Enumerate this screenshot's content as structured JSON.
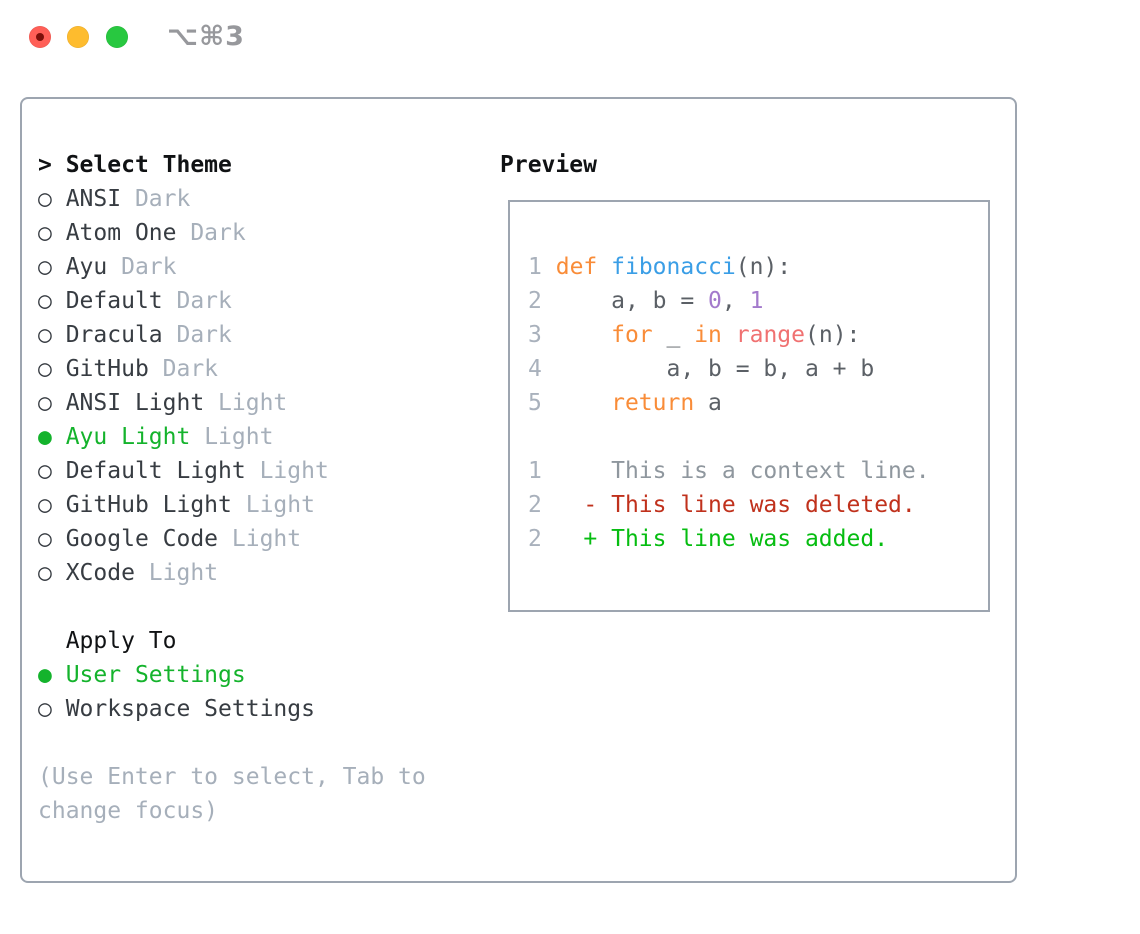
{
  "window": {
    "title": "⌥⌘3"
  },
  "colors": {
    "accent_green": "#14b32c",
    "keyword_orange": "#f98c38",
    "function_blue": "#3a9ee6",
    "number_purple": "#a37acc",
    "call_coral": "#f07171",
    "diff_deleted_red": "#c0311c",
    "diff_added_green": "#06bd11",
    "context_gray": "#8f979e",
    "line_number_gray": "#a9b1bc",
    "muted_gray": "#a6afba",
    "text_dark": "#373c42",
    "code_text": "#5b6066",
    "heading_black": "#101214",
    "border_gray": "#9da5b0",
    "traffic_red": "#ff5f57",
    "traffic_yellow": "#febc2e",
    "traffic_green": "#28c840"
  },
  "theme_panel": {
    "rows": [
      {
        "type": "header",
        "marker": ">",
        "text": "Select Theme"
      },
      {
        "type": "theme",
        "marker": "○",
        "name": "ANSI",
        "variant": "Dark",
        "selected": false
      },
      {
        "type": "theme",
        "marker": "○",
        "name": "Atom One",
        "variant": "Dark",
        "selected": false
      },
      {
        "type": "theme",
        "marker": "○",
        "name": "Ayu",
        "variant": "Dark",
        "selected": false
      },
      {
        "type": "theme",
        "marker": "○",
        "name": "Default",
        "variant": "Dark",
        "selected": false
      },
      {
        "type": "theme",
        "marker": "○",
        "name": "Dracula",
        "variant": "Dark",
        "selected": false
      },
      {
        "type": "theme",
        "marker": "○",
        "name": "GitHub",
        "variant": "Dark",
        "selected": false
      },
      {
        "type": "theme",
        "marker": "○",
        "name": "ANSI Light",
        "variant": "Light",
        "selected": false
      },
      {
        "type": "theme",
        "marker": "●",
        "name": "Ayu Light",
        "variant": "Light",
        "selected": true
      },
      {
        "type": "theme",
        "marker": "○",
        "name": "Default Light",
        "variant": "Light",
        "selected": false
      },
      {
        "type": "theme",
        "marker": "○",
        "name": "GitHub Light",
        "variant": "Light",
        "selected": false
      },
      {
        "type": "theme",
        "marker": "○",
        "name": "Google Code",
        "variant": "Light",
        "selected": false
      },
      {
        "type": "theme",
        "marker": "○",
        "name": "XCode",
        "variant": "Light",
        "selected": false
      },
      {
        "type": "blank"
      },
      {
        "type": "subheader",
        "text": "Apply To"
      },
      {
        "type": "radio",
        "marker": "●",
        "name": "User Settings",
        "selected": true
      },
      {
        "type": "radio",
        "marker": "○",
        "name": "Workspace Settings",
        "selected": false
      },
      {
        "type": "blank"
      },
      {
        "type": "hint",
        "text": "(Use Enter to select, Tab to"
      },
      {
        "type": "hint",
        "text": "change focus)"
      }
    ]
  },
  "preview": {
    "header": "Preview",
    "lines": [
      {
        "tokens": [
          {
            "t": "1",
            "c": "ln"
          },
          {
            "t": " ",
            "c": "fg"
          },
          {
            "t": "def",
            "c": "kw"
          },
          {
            "t": " ",
            "c": "fg"
          },
          {
            "t": "fibonacci",
            "c": "fn"
          },
          {
            "t": "(n):",
            "c": "fg"
          }
        ]
      },
      {
        "tokens": [
          {
            "t": "2",
            "c": "ln"
          },
          {
            "t": "     a, b = ",
            "c": "fg"
          },
          {
            "t": "0",
            "c": "num"
          },
          {
            "t": ", ",
            "c": "fg"
          },
          {
            "t": "1",
            "c": "num"
          }
        ]
      },
      {
        "tokens": [
          {
            "t": "3",
            "c": "ln"
          },
          {
            "t": "     ",
            "c": "fg"
          },
          {
            "t": "for",
            "c": "kw"
          },
          {
            "t": " _ ",
            "c": "fg"
          },
          {
            "t": "in",
            "c": "kw"
          },
          {
            "t": " ",
            "c": "fg"
          },
          {
            "t": "range",
            "c": "call"
          },
          {
            "t": "(n):",
            "c": "fg"
          }
        ]
      },
      {
        "tokens": [
          {
            "t": "4",
            "c": "ln"
          },
          {
            "t": "         a, b = b, a + b",
            "c": "fg"
          }
        ]
      },
      {
        "tokens": [
          {
            "t": "5",
            "c": "ln"
          },
          {
            "t": "     ",
            "c": "fg"
          },
          {
            "t": "return",
            "c": "kw"
          },
          {
            "t": " a",
            "c": "fg"
          }
        ]
      },
      {
        "tokens": []
      },
      {
        "tokens": [
          {
            "t": "1",
            "c": "ln"
          },
          {
            "t": "     This is a context line.",
            "c": "ctx"
          }
        ]
      },
      {
        "tokens": [
          {
            "t": "2",
            "c": "ln"
          },
          {
            "t": "   ",
            "c": "fg"
          },
          {
            "t": "- This line was deleted.",
            "c": "del"
          }
        ]
      },
      {
        "tokens": [
          {
            "t": "2",
            "c": "ln"
          },
          {
            "t": "   ",
            "c": "fg"
          },
          {
            "t": "+ This line was added.",
            "c": "add"
          }
        ]
      }
    ]
  }
}
